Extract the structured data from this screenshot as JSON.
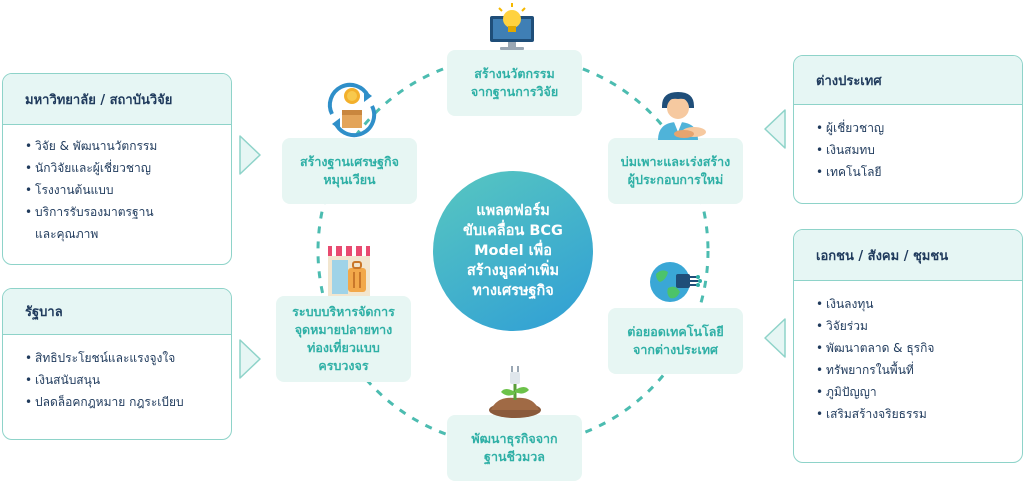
{
  "center": {
    "lines": [
      "แพลตฟอร์ม",
      "ขับเคลื่อน BCG",
      "Model เพื่อ",
      "สร้างมูลค่าเพิ่ม",
      "ทางเศรษฐกิจ"
    ]
  },
  "cycle_nodes": {
    "innovation": [
      "สร้างนวัตกรรม",
      "จากฐานการวิจัย"
    ],
    "entrepreneur": [
      "บ่มเพาะและเร่งสร้าง",
      "ผู้ประกอบการใหม่"
    ],
    "technology": [
      "ต่อยอดเทคโนโลยี",
      "จากต่างประเทศ"
    ],
    "bio_business": [
      "พัฒนาธุรกิจจาก",
      "ฐานชีวมวล"
    ],
    "tourism": [
      "ระบบบริหารจัดการ",
      "จุดหมายปลายทาง",
      "ท่องเที่ยวแบบ",
      "ครบวงจร"
    ],
    "circular": [
      "สร้างฐานเศรษฐกิจ",
      "หมุนเวียน"
    ]
  },
  "cards": {
    "university": {
      "title": "มหาวิทยาลัย / สถาบันวิจัย",
      "items": [
        "วิจัย & พัฒนานวัตกรรม",
        "นักวิจัยและผู้เชี่ยวชาญ",
        "โรงงานต้นแบบ",
        "บริการรับรองมาตรฐาน\nและคุณภาพ"
      ]
    },
    "government": {
      "title": "รัฐบาล",
      "items": [
        "สิทธิประโยชน์และแรงจูงใจ",
        "เงินสนับสนุน",
        "ปลดล็อคกฎหมาย กฎระเบียบ"
      ]
    },
    "foreign": {
      "title": "ต่างประเทศ",
      "items": [
        "ผู้เชี่ยวชาญ",
        "เงินสมทบ",
        "เทคโนโลยี"
      ]
    },
    "private": {
      "title": "เอกชน / สังคม / ชุมชน",
      "items": [
        "เงินลงทุน",
        "วิจัยร่วม",
        "พัฒนาตลาด & ธุรกิจ",
        "ทรัพยากรในพื้นที่",
        "ภูมิปัญญา",
        "เสริมสร้างจริยธรรม"
      ]
    }
  },
  "icons": [
    "lightbulb-monitor-icon",
    "business-person-icon",
    "globe-chip-icon",
    "plant-plug-icon",
    "shop-luggage-icon",
    "coin-cycle-box-icon",
    "chevron-right-icon",
    "chevron-left-icon"
  ],
  "colors": {
    "teal": "#2fb0a6",
    "teal_light": "#e7f6f3",
    "card_border": "#8ed3c9",
    "navy": "#1f3a5c",
    "center_gradient_start": "#58c7c0",
    "center_gradient_end": "#2f9ed6"
  }
}
